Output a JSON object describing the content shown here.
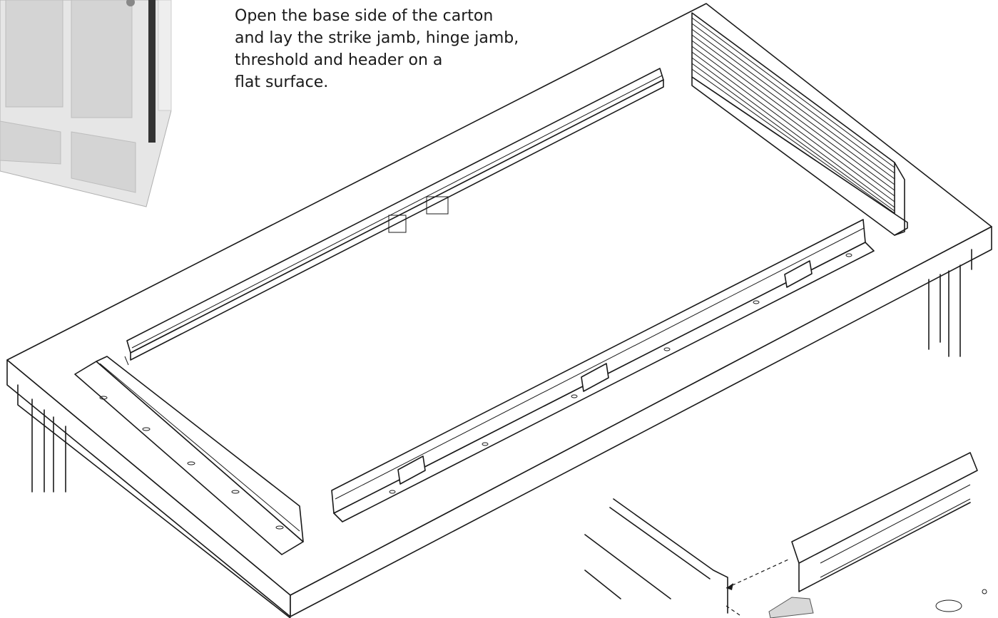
{
  "instruction": {
    "lines": [
      "Open the base side of the carton",
      "and lay the strike jamb, hinge jamb,",
      "threshold and header on a",
      "flat surface."
    ]
  },
  "illustration": {
    "parts": [
      "strike jamb",
      "hinge jamb",
      "threshold",
      "header"
    ],
    "colors": {
      "line": "#1a1a1a",
      "door": "#d9d9d9",
      "hardware": "#9a9a9a"
    }
  }
}
